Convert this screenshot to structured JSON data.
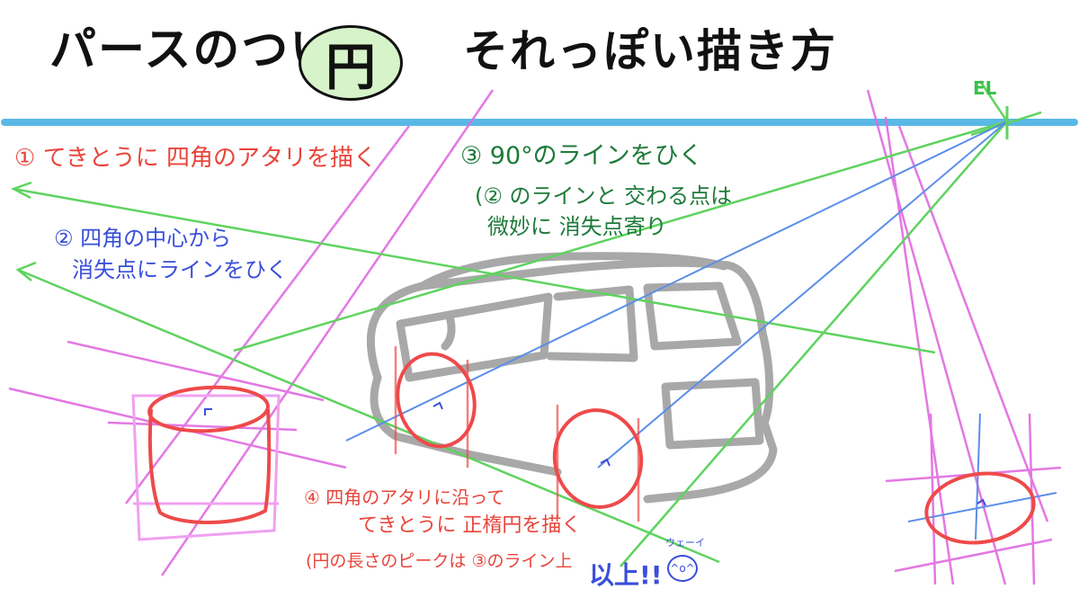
{
  "title": {
    "part1": "パースのついた",
    "badge": "円",
    "part2": "それっぽい描き方"
  },
  "horizon_label": "EL",
  "steps": {
    "step1": "① てきとうに 四角のアタリを描く",
    "step2_line1": "② 四角の中心から",
    "step2_line2": "消失点にラインをひく",
    "step3": "③ 90°のラインをひく",
    "step3_note_line1": "(② のラインと 交わる点は",
    "step3_note_line2": "微妙に 消失点寄り",
    "step4_line1": "④ 四角のアタリに沿って",
    "step4_line2": "てきとうに 正楕円を描く",
    "step4_note": "(円の長さのピークは ③のライン上"
  },
  "ending": {
    "ijou": "以上!!",
    "wei": "ウェーイ",
    "face": "^o^"
  },
  "colors": {
    "horizon": "#5ab8e6",
    "step1": "#e8443a",
    "step2": "#3a4fd9",
    "step3": "#1e7a3a",
    "pink_lines": "#e06ae0",
    "green_lines": "#5fd35f",
    "blue_lines": "#5b8ee8",
    "car": "#9a9a9a"
  },
  "icons": {
    "badge": "circle-badge",
    "face": "smiley-face-icon"
  }
}
